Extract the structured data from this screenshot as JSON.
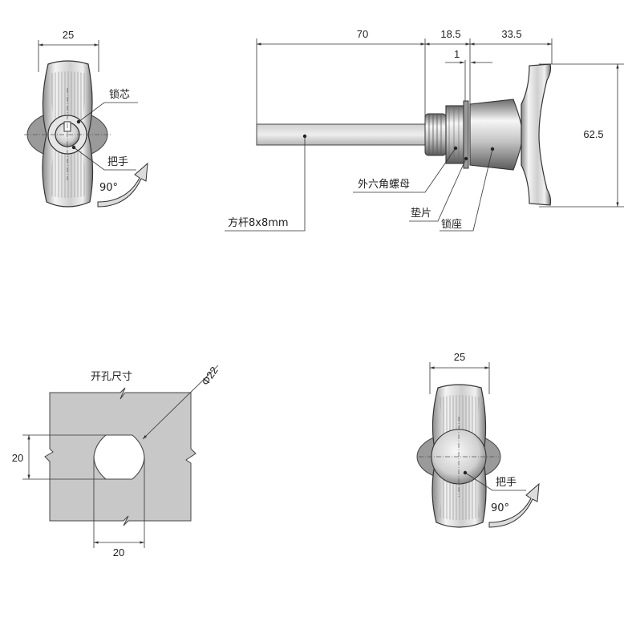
{
  "dimensions": {
    "front_width": "25",
    "shaft_length": "70",
    "nut_zone": "18.5",
    "gap": "1",
    "handle_depth": "33.5",
    "handle_height": "62.5",
    "cutout_height": "20",
    "cutout_width": "20",
    "cutout_diameter": "Φ22",
    "back_width": "25"
  },
  "labels": {
    "lock_core": "锁芯",
    "handle_front": "把手",
    "rotation_front": "90°",
    "hex_nut": "外六角螺母",
    "washer": "垫片",
    "lock_seat": "锁座",
    "square_rod": "方杆8x8mm",
    "cutout_title": "开孔尺寸",
    "handle_back": "把手",
    "rotation_back": "90°"
  },
  "colors": {
    "metal_light": "#f2f2f2",
    "metal_mid": "#b8b8b8",
    "metal_dark": "#555555",
    "plate_fill": "#c8c8c8",
    "line": "#333333"
  }
}
